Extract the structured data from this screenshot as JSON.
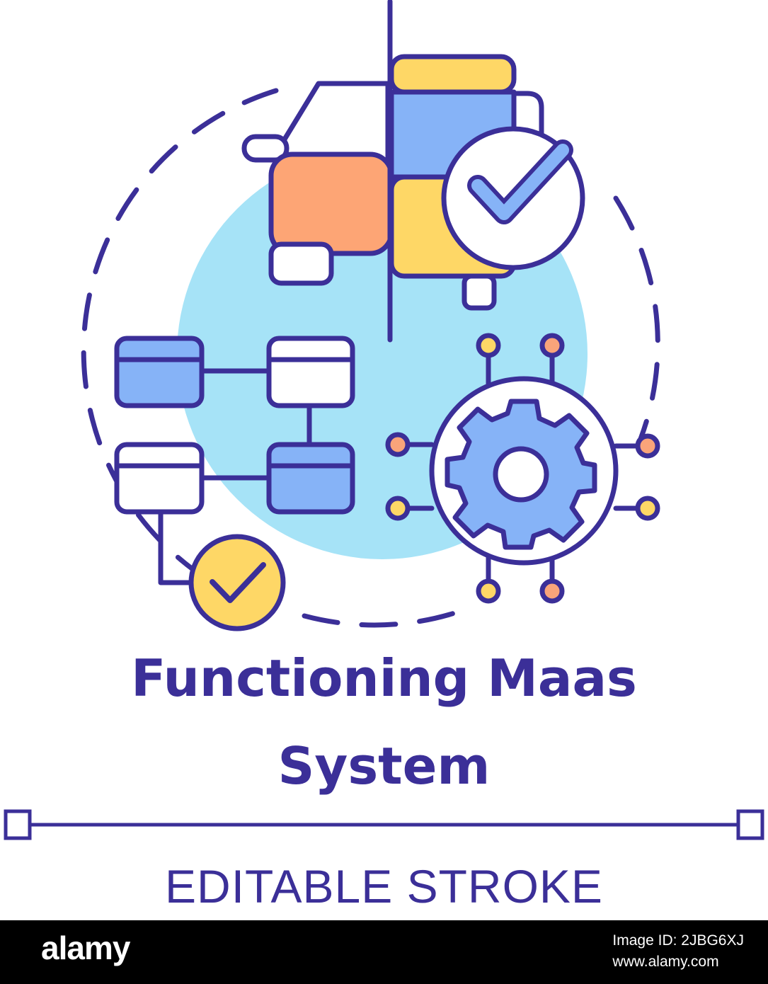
{
  "title": {
    "line1": "Functioning Maas",
    "line2": "System"
  },
  "subtitle": "EDITABLE STROKE",
  "footer": {
    "logo": "alamy",
    "image_id_line": "Image ID: 2JBG6XJ",
    "site": "www.alamy.com"
  },
  "icons": {
    "car": "car-icon",
    "vehicle_check": "check-badge-icon",
    "flowchart": "flowchart-icon",
    "flow_check": "check-badge-icon",
    "gear": "gear-icon"
  },
  "colors": {
    "stroke": "#3b2f98",
    "circle": "#a6e3f7",
    "orange": "#fda575",
    "yellow": "#fed766",
    "blue": "#86b3f7",
    "white": "#ffffff",
    "node_orange": "#f9a47a",
    "node_yellow": "#fed766"
  }
}
